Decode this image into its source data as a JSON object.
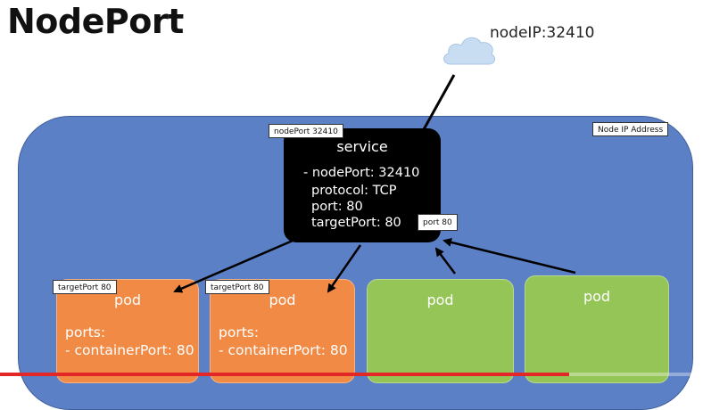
{
  "title": "NodePort",
  "cloud_label": "nodeIP:32410",
  "node_label": "Node IP Address",
  "service": {
    "heading": "service",
    "lines": [
      "- nodePort: 32410",
      "protocol: TCP",
      "port: 80",
      "targetPort: 80"
    ]
  },
  "tags": {
    "node_port": "nodePort 32410",
    "port": "port 80",
    "target_port_1": "targetPort 80",
    "target_port_2": "targetPort 80"
  },
  "pods": [
    {
      "name": "pod",
      "color": "#f08a45",
      "lines": [
        "ports:",
        "- containerPort: 80"
      ]
    },
    {
      "name": "pod",
      "color": "#f08a45",
      "lines": [
        "ports:",
        "- containerPort: 80"
      ]
    },
    {
      "name": "pod",
      "color": "#94c556",
      "lines": []
    },
    {
      "name": "pod",
      "color": "#94c556",
      "lines": []
    }
  ],
  "colors": {
    "node_background": "#5b80c5",
    "service_background": "#000000",
    "arrow": "#000000",
    "progress": "#e32626"
  },
  "video_progress": 0.81
}
